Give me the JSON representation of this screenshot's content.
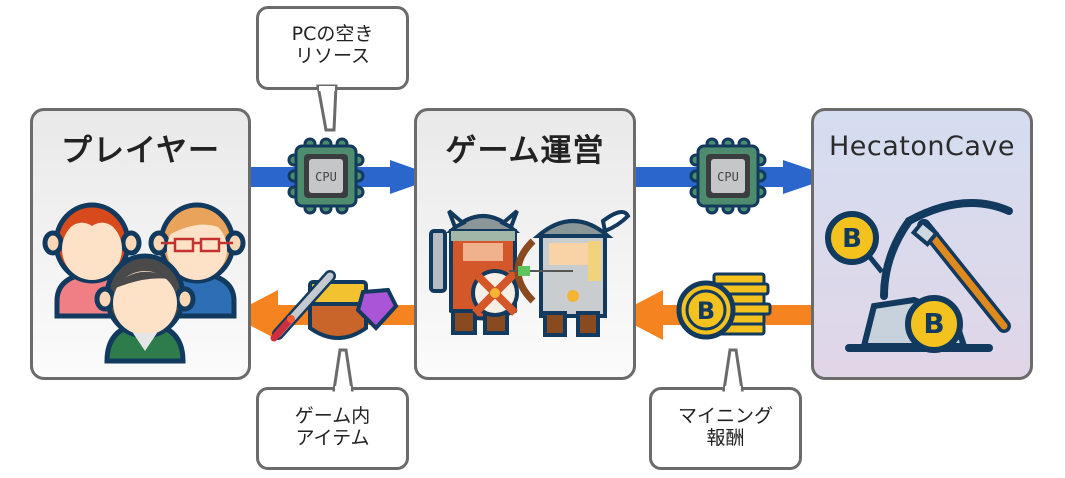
{
  "nodes": {
    "players": {
      "title": "プレイヤー"
    },
    "game_operation": {
      "title": "ゲーム運営"
    },
    "hecaton": {
      "logo": "HecatonCave"
    }
  },
  "flows": {
    "top": {
      "cpu_label": "CPU",
      "direction": "right",
      "color": "#2a66cc"
    },
    "bottom": {
      "direction": "left",
      "color": "#f5831f"
    }
  },
  "callouts": {
    "pc_resources": {
      "lines": [
        "PCの空き",
        "リソース"
      ]
    },
    "game_items": {
      "lines": [
        "ゲーム内",
        "アイテム"
      ]
    },
    "mining_reward": {
      "lines": [
        "マイニング",
        "報酬"
      ]
    }
  },
  "coins": {
    "symbol": "B"
  },
  "icons": {
    "players": "people-group-icon",
    "game": "viking-characters-icon",
    "mining": "bitcoin-pickaxe-icon",
    "cpu": "cpu-chip-icon",
    "items": "treasure-chest-sword-gem-icon",
    "reward": "bitcoin-stack-icon"
  }
}
